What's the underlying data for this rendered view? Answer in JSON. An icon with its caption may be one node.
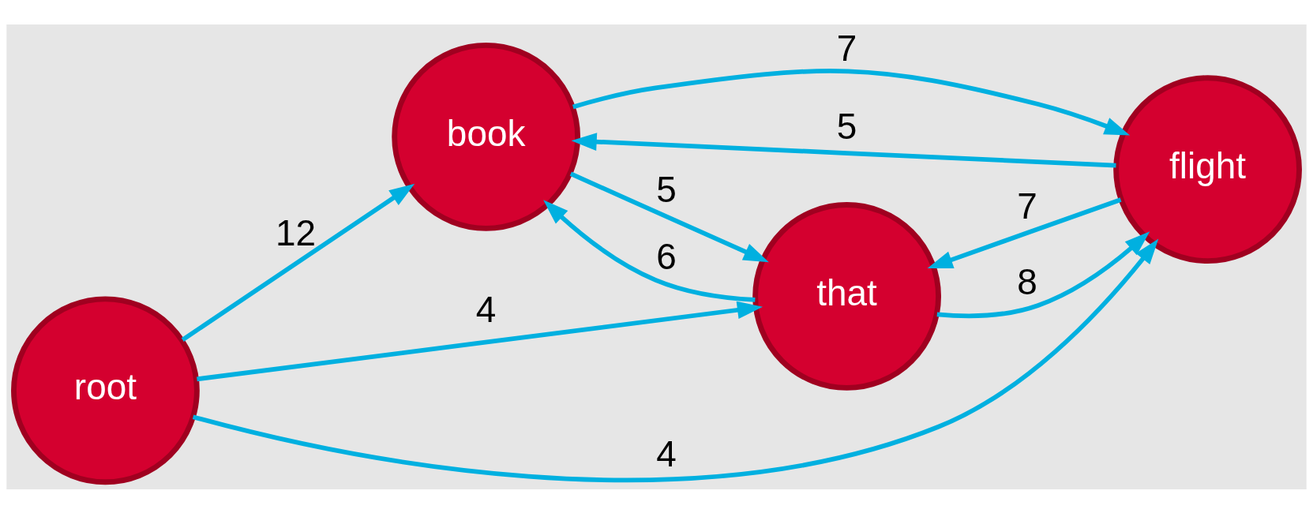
{
  "diagram": {
    "nodes": [
      {
        "text": [
          "root"
        ]
      },
      {
        "text": [
          "book"
        ]
      },
      {
        "text": [
          "that"
        ]
      },
      {
        "text": [
          "flight"
        ]
      }
    ],
    "edges": [
      {
        "from": 0,
        "to": 3,
        "arrow": "to",
        "label": "4"
      },
      {
        "from": 0,
        "to": 2,
        "arrow": "to",
        "label": "4"
      },
      {
        "from": 0,
        "to": 1,
        "arrow": "to",
        "label": "12"
      },
      {
        "from": 1,
        "to": 2,
        "arrow": "to",
        "label": "5"
      },
      {
        "from": 2,
        "to": 1,
        "arrow": "to",
        "label": "6"
      },
      {
        "from": 2,
        "to": 3,
        "arrow": "to",
        "label": "8"
      },
      {
        "from": 3,
        "to": 2,
        "arrow": "to",
        "label": "7"
      },
      {
        "from": 3,
        "to": 1,
        "arrow": "to",
        "label": "5"
      },
      {
        "from": 1,
        "to": 3,
        "arrow": "to",
        "label": "7"
      }
    ]
  }
}
